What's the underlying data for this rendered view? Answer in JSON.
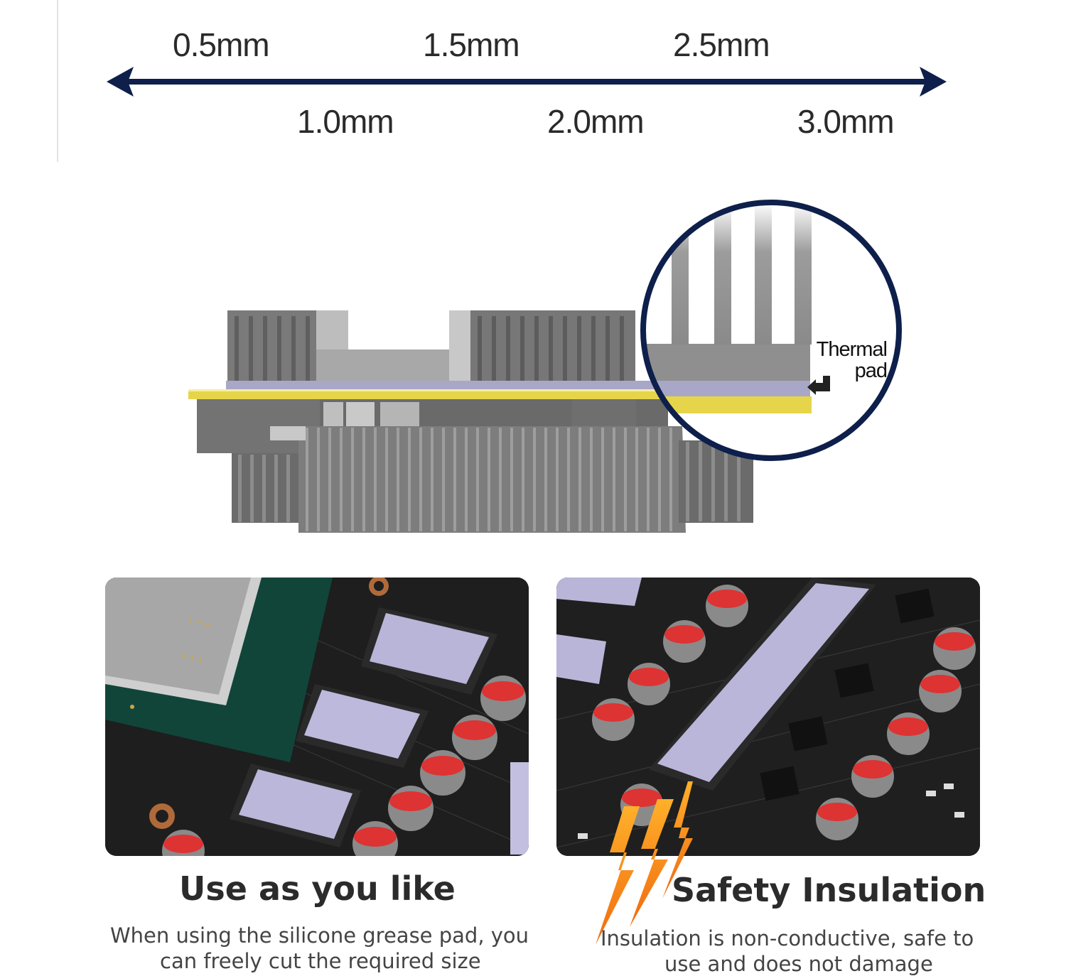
{
  "thickness_scale": {
    "top_labels": [
      "0.5mm",
      "1.5mm",
      "2.5mm"
    ],
    "bottom_labels": [
      "1.0mm",
      "2.0mm",
      "3.0mm"
    ],
    "arrow_color": "#0d1f4a"
  },
  "diagram": {
    "callout_label_line1": "Thermal",
    "callout_label_line2": "pad",
    "pad_color": "#a9a7c7",
    "pcb_color": "#e6d54a",
    "ring_color": "#0d1f4a"
  },
  "features": [
    {
      "title": "Use as you like",
      "body": "When using the silicone grease pad, you",
      "body_cut": "can freely cut the required size"
    },
    {
      "title": "Safety Insulation",
      "icon": "lightning-icon",
      "body": "Insulation is non-conductive, safe to",
      "body_cut": "use and does not damage"
    }
  ]
}
